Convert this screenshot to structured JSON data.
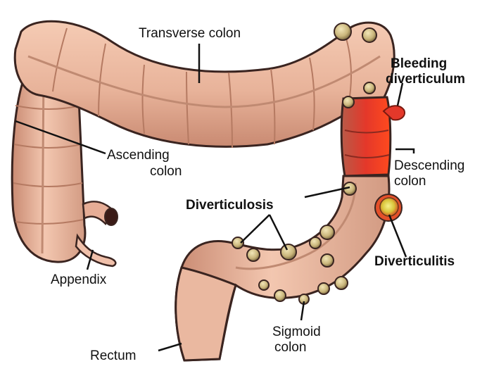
{
  "labels": {
    "transverse_colon": "Transverse colon",
    "bleeding_line1": "Bleeding",
    "bleeding_line2": "diverticulum",
    "ascending_line1": "Ascending",
    "ascending_line2": "colon",
    "descending_line1": "Descending",
    "descending_line2": "colon",
    "diverticulosis": "Diverticulosis",
    "diverticulitis": "Diverticulitis",
    "appendix": "Appendix",
    "sigmoid_line1": "Sigmoid",
    "sigmoid_line2": "colon",
    "rectum": "Rectum"
  },
  "colors": {
    "tissue": "#eab8a0",
    "tissue_shade": "#c98a72",
    "outline": "#3a2420",
    "inflamed": "#e4382a",
    "pouch": "#c9b57a",
    "inflamed_pouch": "#e8d44a"
  }
}
